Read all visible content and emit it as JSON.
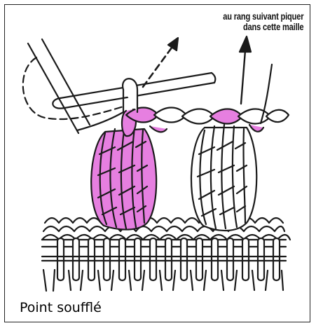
{
  "annotation": {
    "line1": "au rang suivant piquer",
    "line2": "dans cette maille"
  },
  "caption": "Point soufflé",
  "colors": {
    "yarn_highlight": "#e67fe0",
    "yarn_plain": "#ffffff",
    "outline": "#1a1a1a",
    "hook": "#ffffff"
  },
  "icons": {
    "hook": "crochet-hook-icon",
    "arrow": "arrow-up-icon"
  }
}
